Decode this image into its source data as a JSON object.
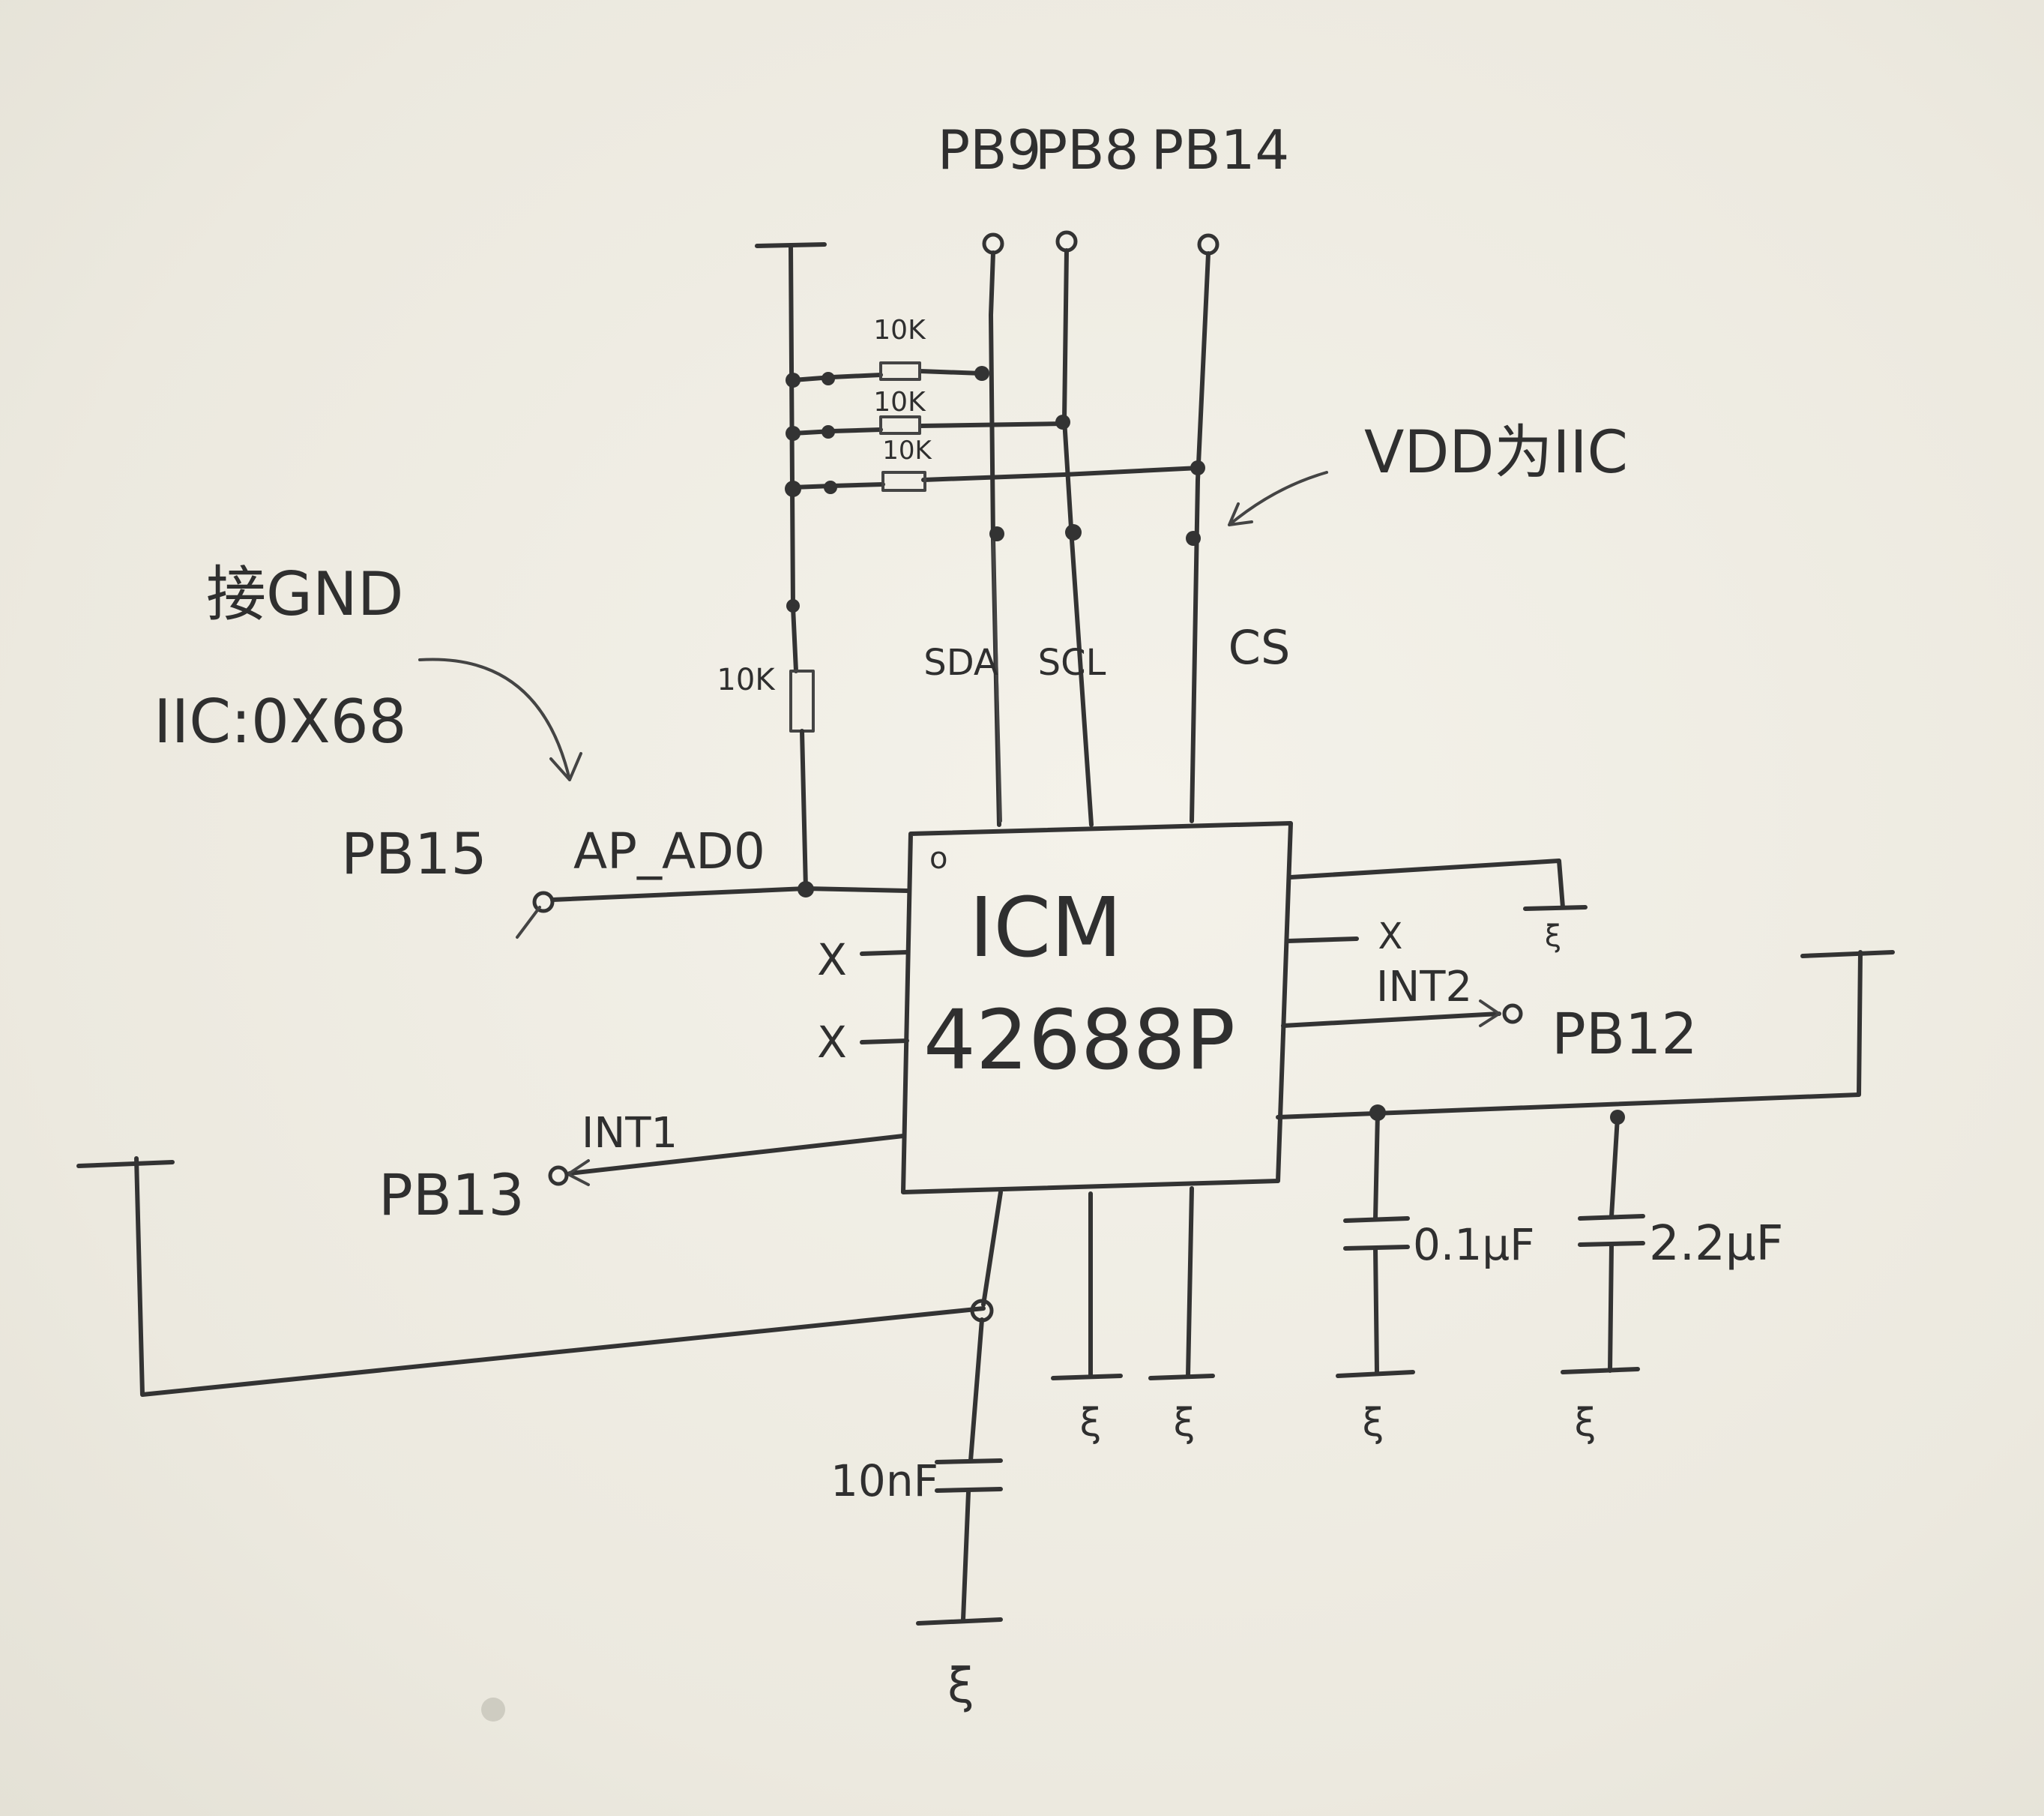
{
  "chip": {
    "line1": "ICM",
    "line2": "42688P",
    "pin1_mark": "o"
  },
  "pins": {
    "top": [
      "PB9",
      "PB8",
      "PB14"
    ],
    "ap_ad0_pin": "PB15",
    "int1_pin": "PB13",
    "int2_pin": "PB12"
  },
  "signals": {
    "sda": "SDA",
    "scl": "SCL",
    "cs": "CS",
    "ap_ad0": "AP_AD0",
    "int1": "INT1",
    "int2": "INT2"
  },
  "components": {
    "pullups": [
      "10K",
      "10K",
      "10K"
    ],
    "ad0_resistor": "10K",
    "cap_left": "10nF",
    "cap_mid": "0.1μF",
    "cap_right": "2.2μF"
  },
  "notes": {
    "gnd": "接GND",
    "iic_addr": "IIC:0X68",
    "vdd": "VDD为IIC"
  },
  "nc_marks": [
    "X",
    "X",
    "X"
  ],
  "ground_marks": [
    "ξ",
    "ξ",
    "ξ",
    "ξ",
    "ξ",
    "ξ"
  ]
}
